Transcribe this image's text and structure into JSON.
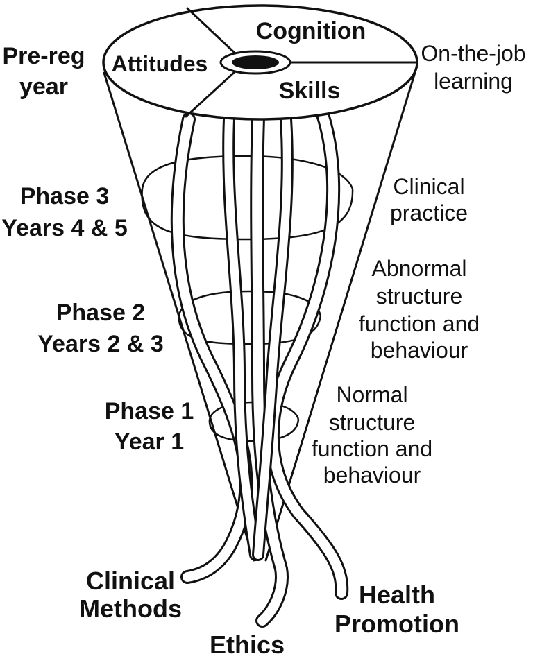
{
  "disc": {
    "sectors": [
      "Cognition",
      "Attitudes",
      "Skills"
    ]
  },
  "stages_left": [
    {
      "line1": "Pre-reg",
      "line2": "year"
    },
    {
      "line1": "Phase 3",
      "line2": "Years 4 & 5"
    },
    {
      "line1": "Phase 2",
      "line2": "Years 2 & 3"
    },
    {
      "line1": "Phase 1",
      "line2": "Year 1"
    }
  ],
  "stages_right": [
    {
      "lines": [
        "On-the-job",
        "learning"
      ]
    },
    {
      "lines": [
        "Clinical",
        "practice"
      ]
    },
    {
      "lines": [
        "Abnormal",
        "structure",
        "function and",
        "behaviour"
      ]
    },
    {
      "lines": [
        "Normal",
        "structure",
        "function and",
        "behaviour"
      ]
    }
  ],
  "strands": {
    "clinical_methods": {
      "line1": "Clinical",
      "line2": "Methods"
    },
    "ethics": {
      "line1": "Ethics"
    },
    "health_promotion": {
      "line1": "Health",
      "line2": "Promotion"
    }
  },
  "colors": {
    "ink": "#111111",
    "paper": "#ffffff"
  }
}
